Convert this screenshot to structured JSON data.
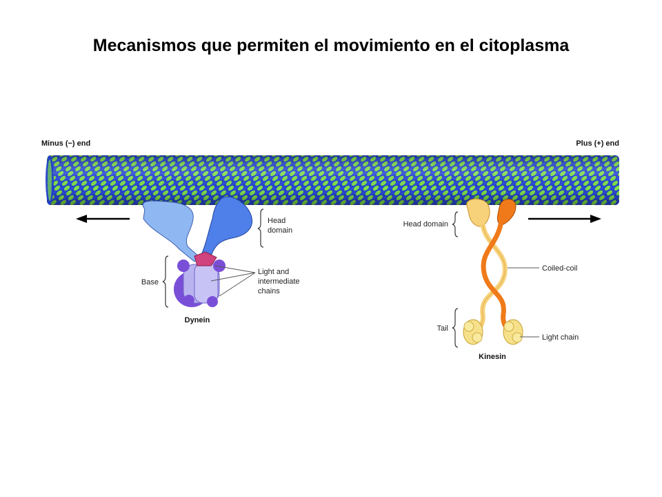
{
  "title": "Mecanismos que permiten el movimiento en el citoplasma",
  "figure": {
    "minus_end": "Minus (−) end",
    "plus_end": "Plus (+) end",
    "dynein": {
      "head_domain_line1": "Head",
      "head_domain_line2": "domain",
      "base": "Base",
      "chains_line1": "Light and",
      "chains_line2": "intermediate",
      "chains_line3": "chains",
      "name": "Dynein"
    },
    "kinesin": {
      "head_domain": "Head domain",
      "coiled_coil": "Coiled-coil",
      "tail": "Tail",
      "light_chain": "Light chain",
      "name": "Kinesin"
    },
    "colors": {
      "tubulin_blue": "#2340c8",
      "tubulin_green": "#7fe04a",
      "dynein_head_light": "#8fb8f2",
      "dynein_head_dark": "#4f7fe8",
      "dynein_base": "#b9b4f0",
      "dynein_base_dark": "#7a4fd8",
      "dynein_top": "#d0437e",
      "kinesin_orange": "#f07a1a",
      "kinesin_yellow": "#f8d27a",
      "kinesin_tail": "#f6e08a"
    }
  }
}
